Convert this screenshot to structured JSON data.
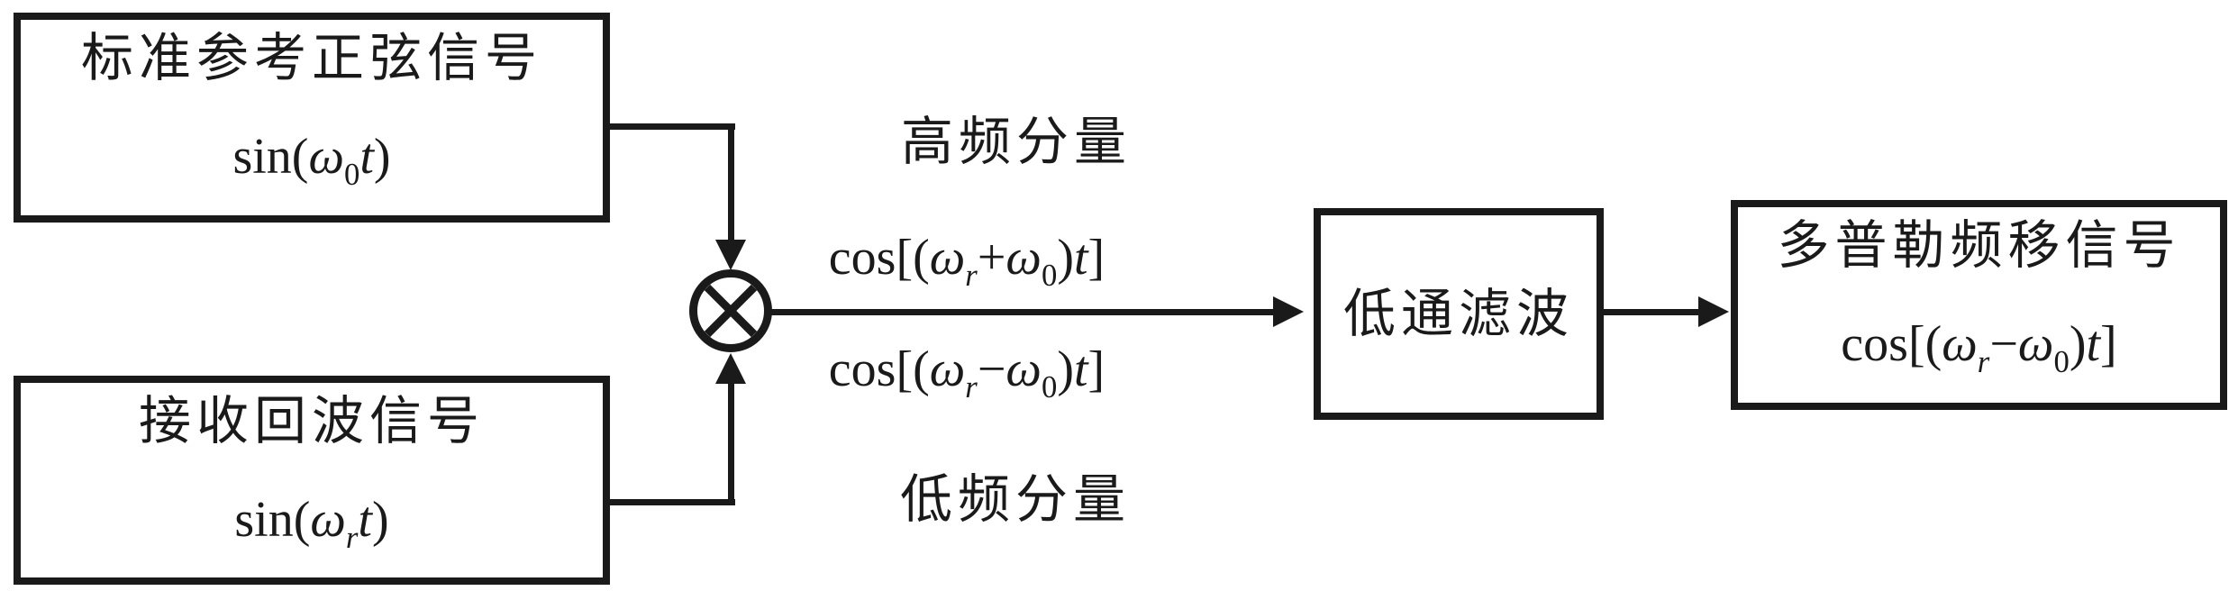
{
  "diagram": {
    "colors": {
      "ink": "#1a1a1a",
      "background": "#ffffff"
    },
    "blocks": {
      "reference": {
        "label": "标准参考正弦信号",
        "formula_tokens": [
          {
            "t": "sin("
          },
          {
            "t": "ω",
            "i": 1
          },
          {
            "t": "0",
            "s": 1
          },
          {
            "t": "t",
            "i": 1
          },
          {
            "t": ")"
          }
        ]
      },
      "echo": {
        "label": "接收回波信号",
        "formula_tokens": [
          {
            "t": "sin("
          },
          {
            "t": "ω",
            "i": 1
          },
          {
            "t": "r",
            "i": 1,
            "s": 1
          },
          {
            "t": "t",
            "i": 1
          },
          {
            "t": ")"
          }
        ]
      },
      "lpf": {
        "label": "低通滤波"
      },
      "output": {
        "label": "多普勒频移信号",
        "formula_tokens": [
          {
            "t": "cos[("
          },
          {
            "t": "ω",
            "i": 1
          },
          {
            "t": "r",
            "i": 1,
            "s": 1
          },
          {
            "t": "−"
          },
          {
            "t": "ω",
            "i": 1
          },
          {
            "t": "0",
            "s": 1
          },
          {
            "t": ")"
          },
          {
            "t": "t",
            "i": 1
          },
          {
            "t": "]"
          }
        ]
      }
    },
    "mixer": {
      "symbol_name": "multiplier-circle-cross"
    },
    "annotations": {
      "high_freq_label": "高频分量",
      "low_freq_label": "低频分量",
      "sum_formula_tokens": [
        {
          "t": "cos[("
        },
        {
          "t": "ω",
          "i": 1
        },
        {
          "t": "r",
          "i": 1,
          "s": 1
        },
        {
          "t": "+"
        },
        {
          "t": "ω",
          "i": 1
        },
        {
          "t": "0",
          "s": 1
        },
        {
          "t": ")"
        },
        {
          "t": "t",
          "i": 1
        },
        {
          "t": "]"
        }
      ],
      "diff_formula_tokens": [
        {
          "t": "cos[("
        },
        {
          "t": "ω",
          "i": 1
        },
        {
          "t": "r",
          "i": 1,
          "s": 1
        },
        {
          "t": "−"
        },
        {
          "t": "ω",
          "i": 1
        },
        {
          "t": "0",
          "s": 1
        },
        {
          "t": ")"
        },
        {
          "t": "t",
          "i": 1
        },
        {
          "t": "]"
        }
      ]
    }
  }
}
